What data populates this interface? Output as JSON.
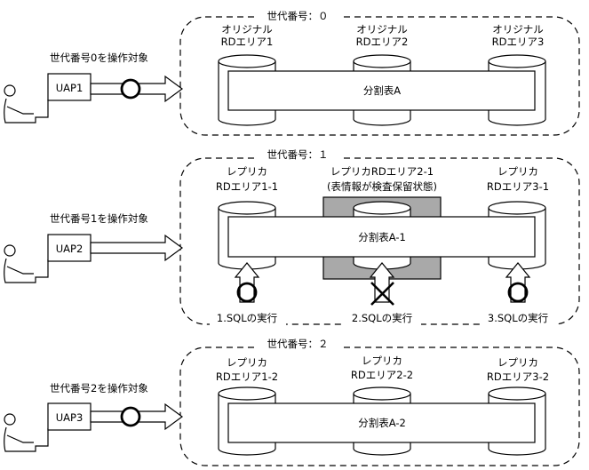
{
  "generations": [
    {
      "label": "世代番号：０",
      "uap_label": "UAP1",
      "target_caption": "世代番号0を操作対象",
      "table_label": "分割表A",
      "areas": [
        {
          "line1": "オリジナル",
          "line2": "RDエリア1"
        },
        {
          "line1": "オリジナル",
          "line2": "RDエリア2"
        },
        {
          "line1": "オリジナル",
          "line2": "RDエリア3"
        }
      ]
    },
    {
      "label": "世代番号：１",
      "uap_label": "UAP2",
      "target_caption": "世代番号1を操作対象",
      "table_label": "分割表A-1",
      "areas": [
        {
          "line1": "レプリカ",
          "line2": "RDエリア1-1"
        },
        {
          "line1": "レプリカRDエリア2-1",
          "line2": "(表情報が検査保留状態)"
        },
        {
          "line1": "レプリカ",
          "line2": "RDエリア3-1"
        }
      ],
      "sql": [
        {
          "label": "1.SQLの実行",
          "result": "circle"
        },
        {
          "label": "2.SQLの実行",
          "result": "cross"
        },
        {
          "label": "3.SQLの実行",
          "result": "circle"
        }
      ]
    },
    {
      "label": "世代番号：２",
      "uap_label": "UAP3",
      "target_caption": "世代番号2を操作対象",
      "table_label": "分割表A-2",
      "areas": [
        {
          "line1": "レプリカ",
          "line2": "RDエリア1-2"
        },
        {
          "line1": "レプリカ",
          "line2": "RDエリア2-2"
        },
        {
          "line1": "レプリカ",
          "line2": "RDエリア3-2"
        }
      ]
    }
  ],
  "colors": {
    "line": "#000000",
    "background": "#ffffff",
    "hold_shading": "#a9a9a9"
  }
}
